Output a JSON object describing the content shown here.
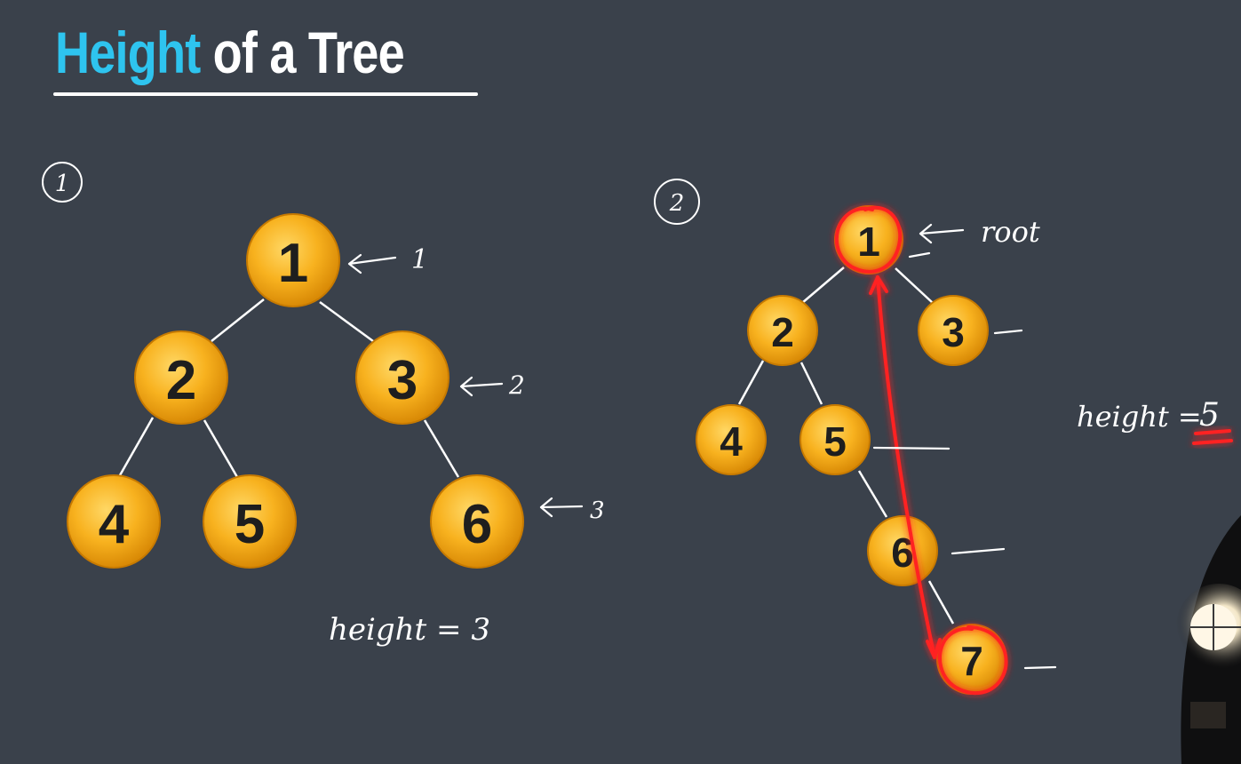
{
  "title": {
    "accent": "Height",
    "rest": " of a Tree"
  },
  "diagram1": {
    "marker": "1",
    "nodes": [
      "1",
      "2",
      "3",
      "4",
      "5",
      "6"
    ],
    "level_labels": [
      "1",
      "2",
      "3"
    ],
    "height_text": "height = 3"
  },
  "diagram2": {
    "marker": "2",
    "nodes": [
      "1",
      "2",
      "3",
      "4",
      "5",
      "6",
      "7"
    ],
    "root_label": "root",
    "height_text": "height =",
    "height_value": "5"
  },
  "colors": {
    "background": "#3a414b",
    "accent": "#2ec4ef",
    "node_fill": "#f6ae1c",
    "highlight": "#ff2020"
  }
}
